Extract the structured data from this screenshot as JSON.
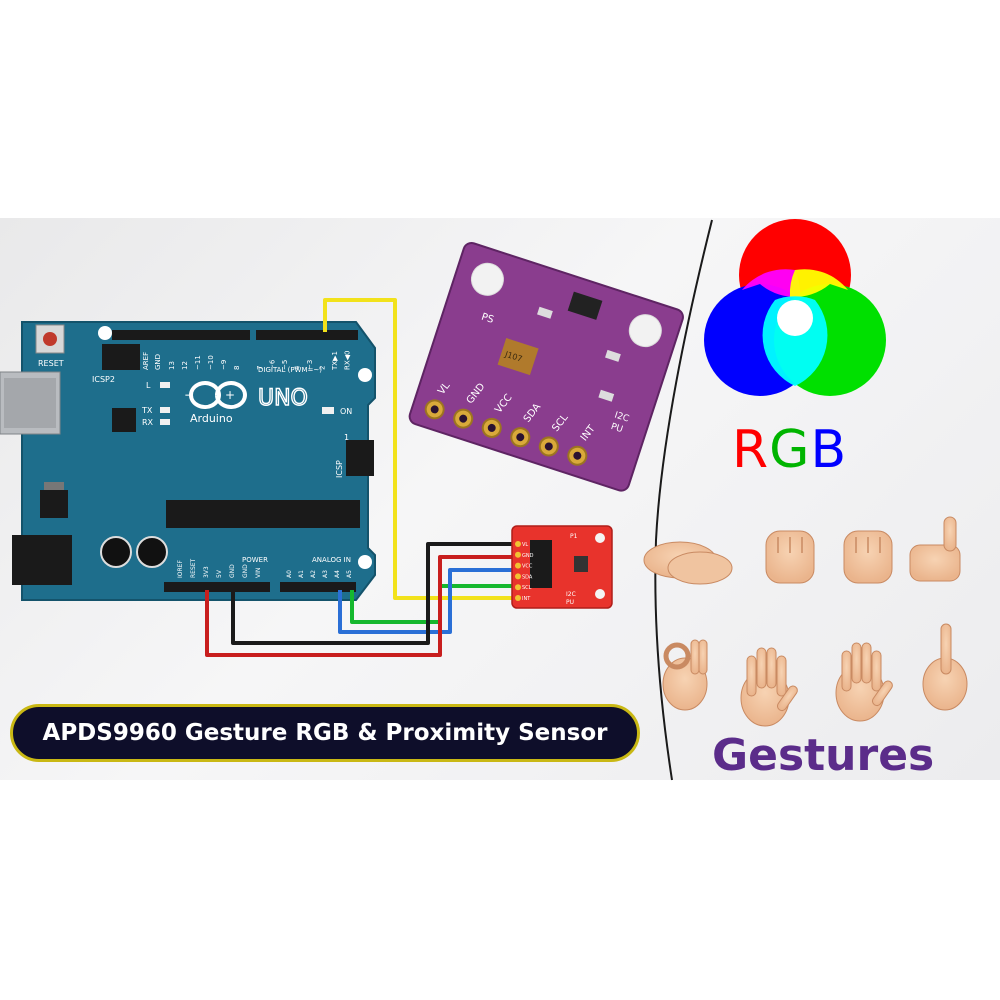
{
  "title": "APDS9960 Gesture RGB & Proximity Sensor",
  "rgb_label": {
    "r": "R",
    "g": "G",
    "b": "B"
  },
  "gestures_label": "Gestures",
  "colors": {
    "red": "#ff0000",
    "green": "#00e000",
    "blue": "#0000ff",
    "yellow": "#ffff00",
    "board": "#1e6e8c",
    "module_purple": "#8a3d8e",
    "module_red": "#e8332c",
    "title_bg": "#0e0e2a",
    "title_border": "#c9b814",
    "gestures_text": "#5b2c8a"
  },
  "arduino": {
    "reset": "RESET",
    "icsp2": "ICSP2",
    "icsp": "ICSP",
    "logo_text": "Arduino",
    "uno": "UNO",
    "tm": "TM",
    "led_l": "L",
    "led_tx": "TX",
    "led_rx": "RX",
    "on": "ON",
    "digital_label": "DIGITAL (PWM=~)",
    "aref": "AREF",
    "gnd": "GND",
    "digital_pins": [
      "13",
      "12",
      "~11",
      "~10",
      "~9",
      "8",
      "7",
      "~6",
      "~5",
      "4",
      "~3",
      "2",
      "TX▶1",
      "RX◀0"
    ],
    "power_label": "POWER",
    "analog_label": "ANALOG IN",
    "power_pins": [
      "IOREF",
      "RESET",
      "3V3",
      "5V",
      "GND",
      "GND",
      "VIN"
    ],
    "analog_pins": [
      "A0",
      "A1",
      "A2",
      "A3",
      "A4",
      "A5"
    ],
    "icsp_num": "1"
  },
  "purple_module": {
    "pins": [
      "VL",
      "GND",
      "VCC",
      "SDA",
      "SCL",
      "INT"
    ],
    "ps": "PS",
    "i2c": "I2C",
    "pu": "PU",
    "chip": "J107"
  },
  "red_module": {
    "pins": [
      "VL",
      "GND",
      "VCC",
      "SDA",
      "SCL",
      "INT"
    ],
    "p1": "P1",
    "i2c": "I2C",
    "pu": "PU"
  },
  "gestures": [
    "handshake-icon",
    "fist-icon",
    "thumb-side-icon",
    "thumbs-up-icon",
    "ok-hand-icon",
    "palm-icon",
    "open-hand-icon",
    "pointing-up-icon"
  ]
}
